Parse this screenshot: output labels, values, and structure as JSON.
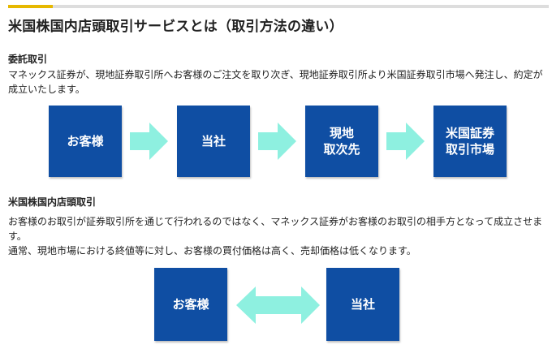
{
  "page": {
    "title": "米国株国内店頭取引サービスとは（取引方法の違い）",
    "accent_color": "#e6b800",
    "box_color": "#0f4ea3",
    "arrow_color": "#8ef0e0"
  },
  "section1": {
    "title": "委託取引",
    "description": "マネックス証券が、現地証券取引所へお客様のご注文を取り次ぎ、現地証券取引所より米国証券取引市場へ発注し、約定が成立いたします。",
    "flow": [
      "お客様",
      "当社",
      "現地\n取次先",
      "米国証券\n取引市場"
    ]
  },
  "section2": {
    "title": "米国株国内店頭取引",
    "description_1": "お客様のお取引が証券取引所を通じて行われるのではなく、マネックス証券がお客様のお取引の相手方となって成立させます。",
    "description_2": "通常、現地市場における終値等に対し、お客様の買付価格は高く、売却価格は低くなります。",
    "flow": [
      "お客様",
      "当社"
    ]
  }
}
